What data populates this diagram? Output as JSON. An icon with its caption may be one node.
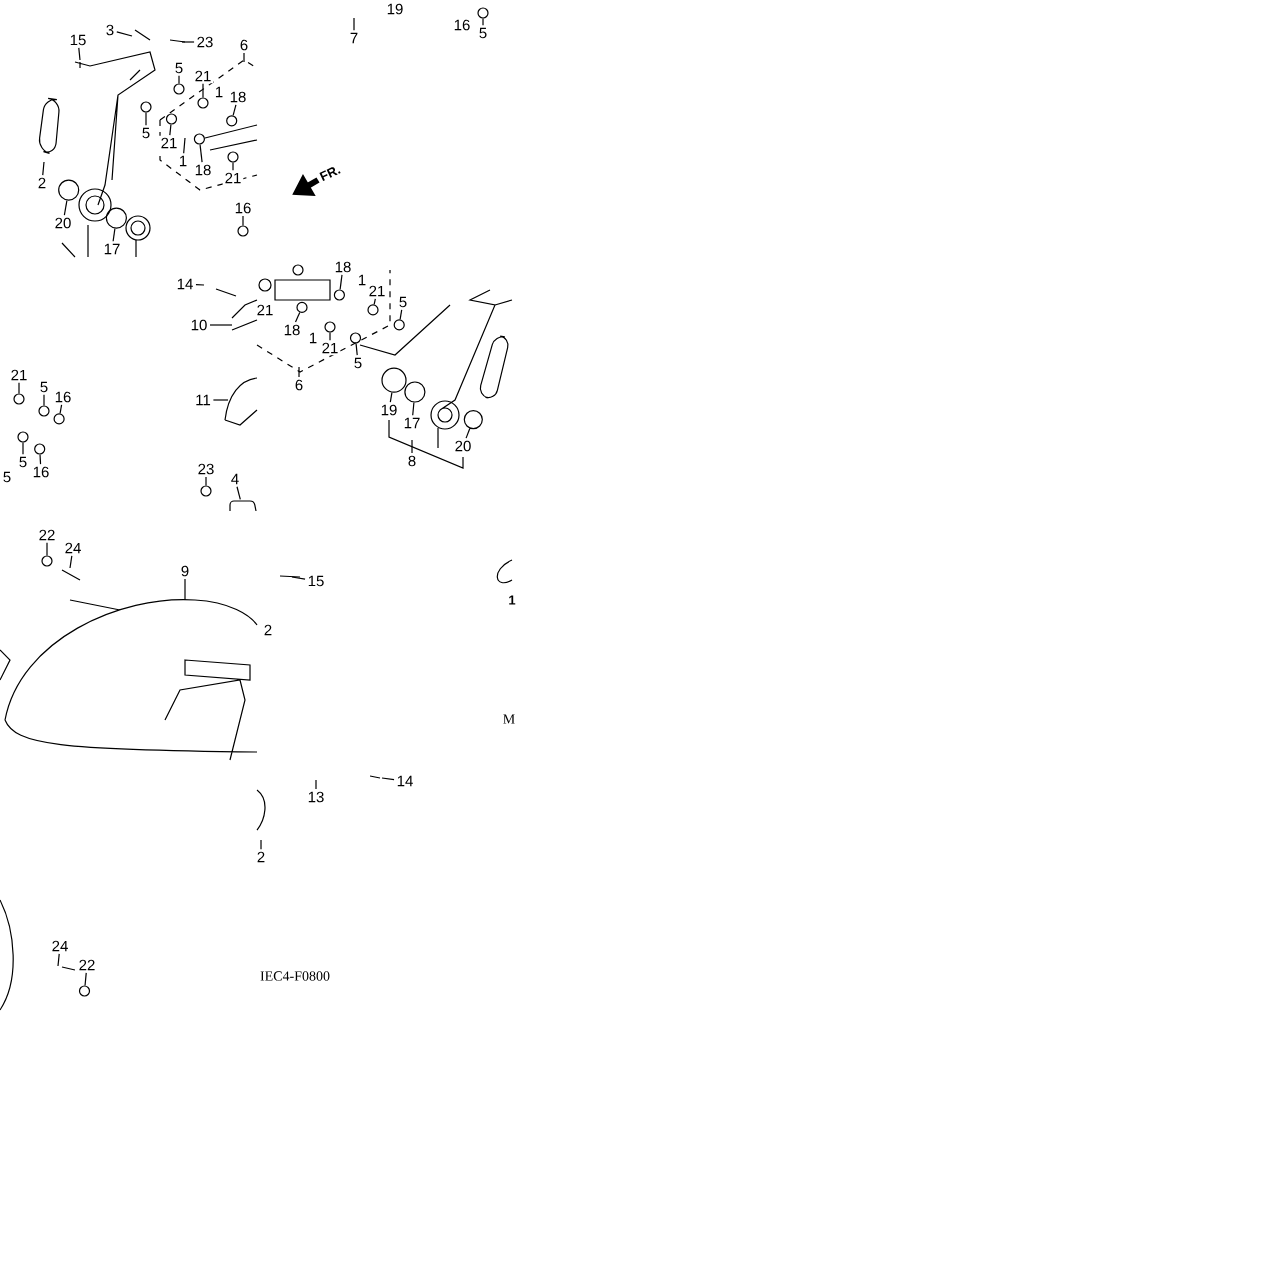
{
  "diagram": {
    "nodes": [
      {
        "text": [
          "3"
        ]
      },
      {
        "text": [
          "23"
        ]
      },
      {
        "text": [
          "15"
        ]
      },
      {
        "text": [
          "6"
        ]
      },
      {
        "text": [
          "5"
        ]
      },
      {
        "text": [
          "21"
        ]
      },
      {
        "text": [
          "1"
        ]
      },
      {
        "text": [
          "18"
        ]
      },
      {
        "text": [
          "5"
        ]
      },
      {
        "text": [
          "21"
        ]
      },
      {
        "text": [
          "1"
        ]
      },
      {
        "text": [
          "18"
        ]
      },
      {
        "text": [
          "21"
        ]
      },
      {
        "text": [
          "2"
        ]
      },
      {
        "text": [
          "20"
        ]
      },
      {
        "text": [
          "17"
        ]
      },
      {
        "text": [
          "16"
        ]
      },
      {
        "text": [
          "7"
        ]
      },
      {
        "text": [
          "19"
        ]
      },
      {
        "text": [
          "16"
        ]
      },
      {
        "text": [
          "5"
        ]
      },
      {
        "text": [
          "14"
        ]
      },
      {
        "text": [
          "10"
        ]
      },
      {
        "text": [
          "21"
        ]
      },
      {
        "text": [
          "18"
        ]
      },
      {
        "text": [
          "1"
        ]
      },
      {
        "text": [
          "21"
        ]
      },
      {
        "text": [
          "5"
        ]
      },
      {
        "text": [
          "18"
        ]
      },
      {
        "text": [
          "1"
        ]
      },
      {
        "text": [
          "21"
        ]
      },
      {
        "text": [
          "5"
        ]
      },
      {
        "text": [
          "6"
        ]
      },
      {
        "text": [
          "19"
        ]
      },
      {
        "text": [
          "17"
        ]
      },
      {
        "text": [
          "8"
        ]
      },
      {
        "text": [
          "20"
        ]
      },
      {
        "text": [
          "11"
        ]
      },
      {
        "text": [
          "23"
        ]
      },
      {
        "text": [
          "4"
        ]
      },
      {
        "text": [
          "21"
        ]
      },
      {
        "text": [
          "5"
        ]
      },
      {
        "text": [
          "16"
        ]
      },
      {
        "text": [
          "5"
        ]
      },
      {
        "text": [
          "16"
        ]
      },
      {
        "text": [
          "5"
        ]
      },
      {
        "text": [
          "22"
        ]
      },
      {
        "text": [
          "24"
        ]
      },
      {
        "text": [
          "9"
        ]
      },
      {
        "text": [
          "15"
        ]
      },
      {
        "text": [
          "2"
        ]
      },
      {
        "text": [
          "13"
        ]
      },
      {
        "text": [
          "14"
        ]
      },
      {
        "text": [
          "2"
        ]
      },
      {
        "text": [
          "24"
        ]
      },
      {
        "text": [
          "22"
        ]
      },
      {
        "text": [],
        "shape": "circle"
      },
      {
        "text": [],
        "shape": "circle"
      },
      {
        "text": [],
        "shape": "circle"
      },
      {
        "text": [],
        "shape": "circle"
      },
      {
        "text": [],
        "shape": "circle"
      },
      {
        "text": [],
        "shape": "circle"
      },
      {
        "text": [],
        "shape": "circle"
      },
      {
        "text": [],
        "shape": "circle"
      },
      {
        "text": [],
        "shape": "circle"
      },
      {
        "text": [],
        "shape": "circle"
      },
      {
        "text": [],
        "shape": "circle"
      },
      {
        "text": [],
        "shape": "circle"
      },
      {
        "text": [],
        "shape": "circle"
      },
      {
        "text": [],
        "shape": "circle"
      },
      {
        "text": [],
        "shape": "circle"
      },
      {
        "text": [],
        "shape": "circle"
      },
      {
        "text": [],
        "shape": "circle"
      },
      {
        "text": [],
        "shape": "circle"
      },
      {
        "text": [],
        "shape": "circle"
      },
      {
        "text": [],
        "shape": "circle"
      },
      {
        "text": [],
        "shape": "circle"
      },
      {
        "text": [],
        "shape": "circle"
      },
      {
        "text": [],
        "shape": "circle"
      },
      {
        "text": [],
        "shape": "circle"
      },
      {
        "text": [],
        "shape": "circle"
      },
      {
        "text": [],
        "shape": "circle"
      },
      {
        "text": [],
        "shape": "circle"
      },
      {
        "text": [],
        "shape": "circle"
      },
      {
        "text": [],
        "shape": "picture"
      }
    ],
    "edges": [
      {
        "from": 0,
        "to": null,
        "arrow": "none"
      },
      {
        "from": 1,
        "to": null,
        "arrow": "none"
      },
      {
        "from": 2,
        "to": null,
        "arrow": "none"
      },
      {
        "from": 3,
        "to": null,
        "arrow": "none"
      },
      {
        "from": 4,
        "to": 56,
        "arrow": "none"
      },
      {
        "from": 5,
        "to": 57,
        "arrow": "none"
      },
      {
        "from": 7,
        "to": 58,
        "arrow": "none"
      },
      {
        "from": 8,
        "to": 59,
        "arrow": "none"
      },
      {
        "from": 9,
        "to": 60,
        "arrow": "none"
      },
      {
        "from": 10,
        "to": null,
        "arrow": "none"
      },
      {
        "from": 11,
        "to": 61,
        "arrow": "none"
      },
      {
        "from": 12,
        "to": 62,
        "arrow": "none"
      },
      {
        "from": 13,
        "to": null,
        "arrow": "none"
      },
      {
        "from": 14,
        "to": 63,
        "arrow": "none"
      },
      {
        "from": 15,
        "to": 64,
        "arrow": "none"
      },
      {
        "from": 16,
        "to": 65,
        "arrow": "none"
      },
      {
        "from": 17,
        "to": null,
        "arrow": "none"
      },
      {
        "from": 20,
        "to": 66,
        "arrow": "none"
      },
      {
        "from": 21,
        "to": null,
        "arrow": "none"
      },
      {
        "from": 22,
        "to": null,
        "arrow": "none"
      },
      {
        "from": 24,
        "to": 67,
        "arrow": "none"
      },
      {
        "from": 26,
        "to": 68,
        "arrow": "none"
      },
      {
        "from": 27,
        "to": 69,
        "arrow": "none"
      },
      {
        "from": 28,
        "to": 70,
        "arrow": "none"
      },
      {
        "from": 30,
        "to": 71,
        "arrow": "none"
      },
      {
        "from": 31,
        "to": 72,
        "arrow": "none"
      },
      {
        "from": 32,
        "to": null,
        "arrow": "none"
      },
      {
        "from": 33,
        "to": 73,
        "arrow": "none"
      },
      {
        "from": 34,
        "to": 74,
        "arrow": "none"
      },
      {
        "from": 35,
        "to": null,
        "arrow": "none"
      },
      {
        "from": 36,
        "to": 75,
        "arrow": "none"
      },
      {
        "from": 37,
        "to": null,
        "arrow": "none"
      },
      {
        "from": 38,
        "to": 76,
        "arrow": "none"
      },
      {
        "from": 39,
        "to": 84,
        "arrow": "none"
      },
      {
        "from": 40,
        "to": 77,
        "arrow": "none"
      },
      {
        "from": 41,
        "to": 78,
        "arrow": "none"
      },
      {
        "from": 42,
        "to": 79,
        "arrow": "none"
      },
      {
        "from": 43,
        "to": 80,
        "arrow": "none"
      },
      {
        "from": 44,
        "to": 81,
        "arrow": "none"
      },
      {
        "from": 46,
        "to": 82,
        "arrow": "none"
      },
      {
        "from": 47,
        "to": null,
        "arrow": "none"
      },
      {
        "from": 48,
        "to": null,
        "arrow": "none"
      },
      {
        "from": 49,
        "to": null,
        "arrow": "none"
      },
      {
        "from": 51,
        "to": null,
        "arrow": "none"
      },
      {
        "from": 52,
        "to": null,
        "arrow": "none"
      },
      {
        "from": 53,
        "to": null,
        "arrow": "none"
      },
      {
        "from": 54,
        "to": null,
        "arrow": "none"
      },
      {
        "from": 55,
        "to": 83,
        "arrow": "none"
      }
    ],
    "labels": [
      "FR.",
      "M",
      "1",
      "IEC4-F0800"
    ]
  }
}
